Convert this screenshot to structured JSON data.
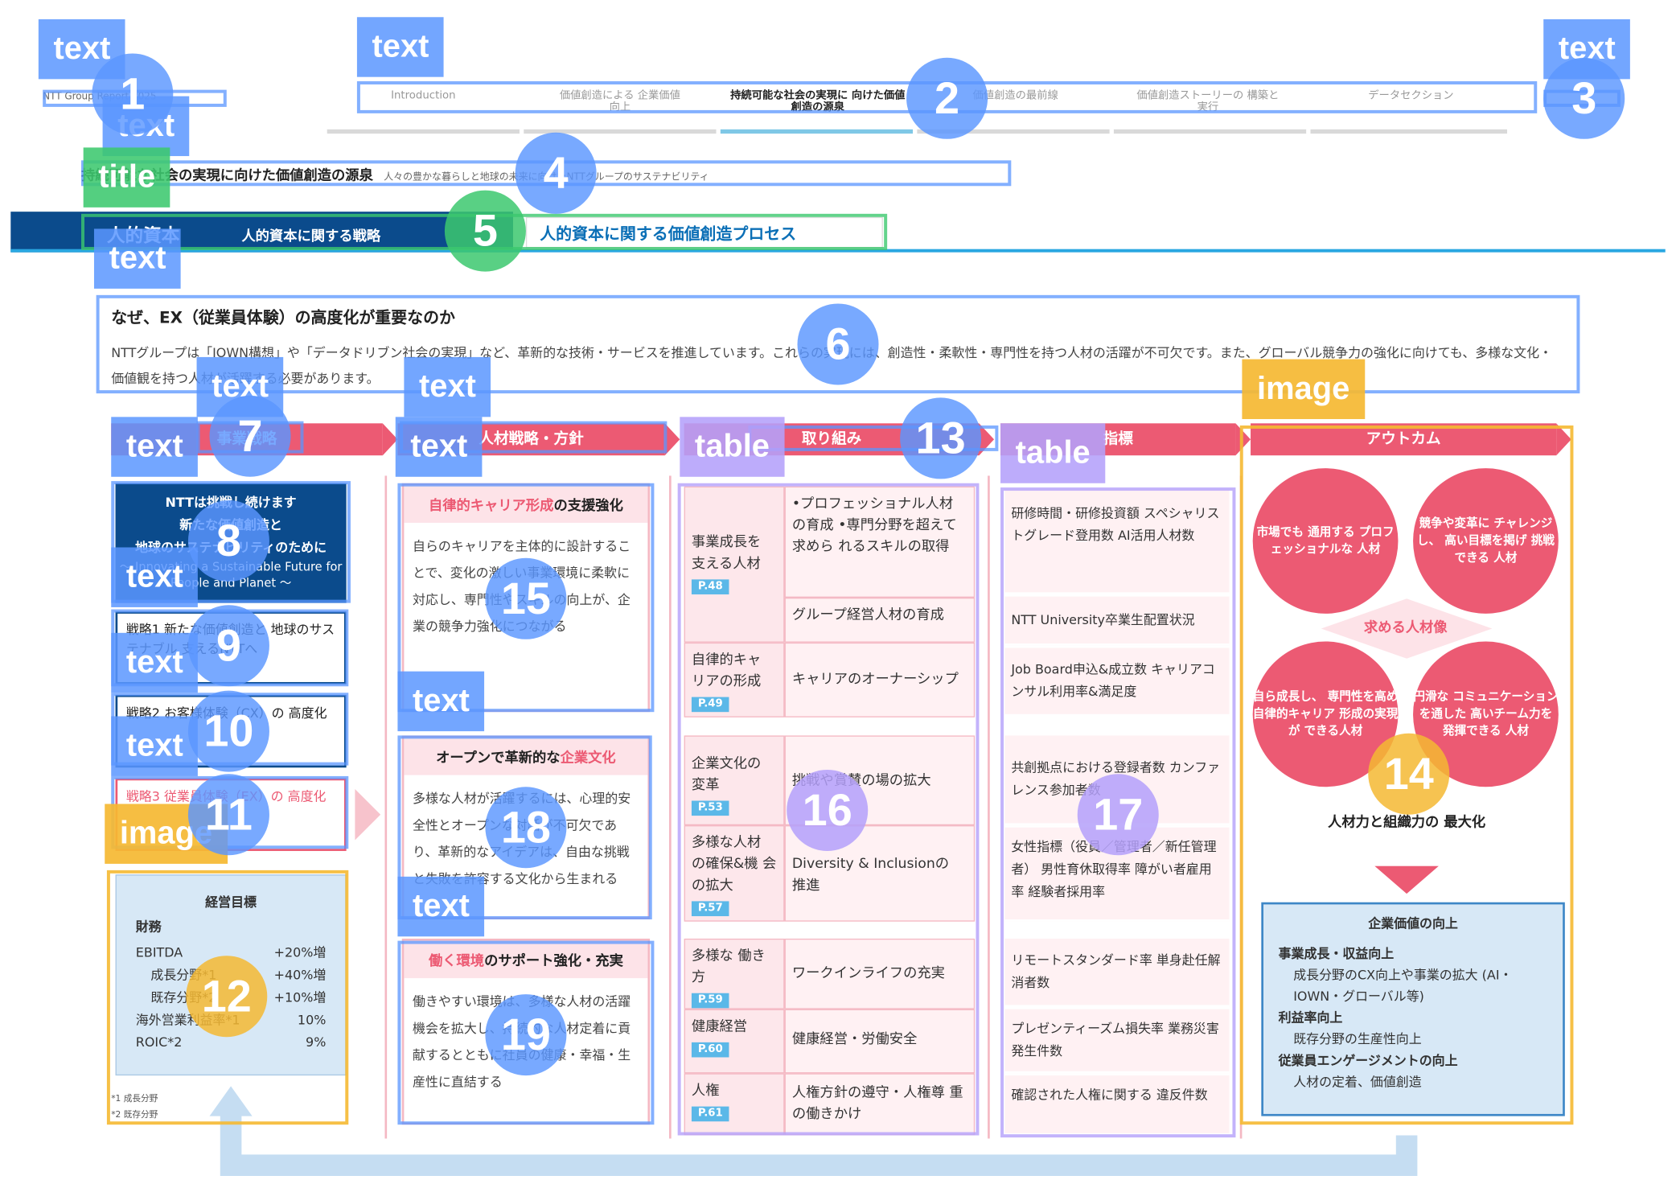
{
  "header": {
    "brand": "NTT Group Report 2025",
    "tabs": [
      {
        "label": "Introduction"
      },
      {
        "label": "価値創造による 企業価値向上"
      },
      {
        "label": "持続可能な社会の実現に 向けた価値創造の源泉"
      },
      {
        "label": "価値創造の最前線"
      },
      {
        "label": "価値創造ストーリーの 構築と実行"
      },
      {
        "label": "データセクション"
      }
    ],
    "breadcrumb": "持続可能な社会の実現に向けた価値創造の源泉",
    "breadcrumb_sub": "人々の豊かな暮らしと地球の未来に向けたNTTグループのサステナビリティ"
  },
  "section": {
    "title": "人的資本",
    "subtitle": "人的資本に関する戦略",
    "tab": "人的資本に関する価値創造プロセス"
  },
  "intro": {
    "title": "なぜ、EX（従業員体験）の高度化が重要なのか",
    "body": "NTTグループは「IOWN構想」や「データドリブン社会の実現」など、革新的な技術・サービスを推進しています。これらの実現には、創造性・柔軟性・専門性を持つ人材の活躍が不可欠です。また、グローバル競争力の強化に向けても、多様な文化・価値観を持つ人材が活躍する必要があります。"
  },
  "columns": {
    "strategy": "事業戦略",
    "policy": "人材戦略・方針",
    "initiatives": "取り組み",
    "kpi": "指標",
    "outcome": "アウトカム"
  },
  "strategy_col": {
    "mission_line1": "NTTは挑戦し続けます",
    "mission_line2": "新たな価値創造と",
    "mission_line3": "地球のサステナビリティのために",
    "mission_en": "〜 Innovating a Sustainable Future for People and Planet 〜",
    "items": [
      {
        "label": "戦略1 新たな価値創造と 地球のサステナブル 支えるNTTへ"
      },
      {
        "label": "戦略2 お客様体験（CX）の 高度化"
      },
      {
        "label": "戦略3 従業員体験（EX）の 高度化"
      }
    ],
    "goals": {
      "title": "経営目標",
      "finance": "財務",
      "rows": [
        {
          "name": "EBITDA",
          "value": "+20%増"
        },
        {
          "name": "成長分野*1",
          "value": "+40%増"
        },
        {
          "name": "既存分野*2",
          "value": "+10%増"
        },
        {
          "name": "海外営業利益率*1",
          "value": "10%"
        },
        {
          "name": "ROIC*2",
          "value": "9%"
        }
      ],
      "note1": "*1 成長分野",
      "note2": "*2 既存分野"
    }
  },
  "policy_col": [
    {
      "head_accent": "自律的キャリア形成",
      "head_rest": "の支援強化",
      "body": "自らのキャリアを主体的に設計することで、変化の激しい事業環境に柔軟に対応し、専門性やスキルの向上が、企業の競争力強化につながる"
    },
    {
      "head_rest_pre": "オープンで革新的な",
      "head_accent": "企業文化",
      "body": "多様な人材が活躍するには、心理的安全性とオープンな対話が不可欠であり、革新的なアイデアは、自由な挑戦と失敗を許容する文化から生まれる"
    },
    {
      "head_accent": "働く環境",
      "head_rest": "のサポート強化・充実",
      "body": "働きやすい環境は、多様な人材の活躍機会を拡大し、持続的な人材定着に貢献するとともに社員の健康・幸福・生産性に直結する"
    }
  ],
  "initiatives": [
    {
      "theme": "事業成長を 支える人材",
      "page": "P.48",
      "actions": [
        "•プロフェッショナル人材 の育成 •専門分野を超えて求めら れるスキルの取得",
        "グループ経営人材の育成"
      ]
    },
    {
      "theme": "自律的キャ リアの形成",
      "page": "P.49",
      "actions": [
        "キャリアのオーナーシップ"
      ]
    },
    {
      "theme": "企業文化の 変革",
      "page": "P.53",
      "actions": [
        "挑戦や賞賛の場の拡大"
      ]
    },
    {
      "theme": "多様な人材 の確保&機 会の拡大",
      "page": "P.57",
      "actions": [
        "Diversity & Inclusionの 推進"
      ]
    },
    {
      "theme": "多様な 働き方",
      "page": "P.59",
      "actions": [
        "ワークインライフの充実"
      ]
    },
    {
      "theme": "健康経営",
      "page": "P.60",
      "actions": [
        "健康経営・労働安全"
      ]
    },
    {
      "theme": "人権",
      "page": "P.61",
      "actions": [
        "人権方針の遵守・人権尊 重の働きかけ"
      ]
    }
  ],
  "kpis": [
    "研修時間・研修投資額 スペシャリストグレード登用数 AI活用人材数",
    "NTT University卒業生配置状況",
    "Job Board申込&成立数 キャリアコンサル利用率&満足度",
    "共創拠点における登録者数 カンファレンス参加者数",
    "女性指標（役員／管理者／新任管理者） 男性育休取得率 障がい者雇用率 経験者採用率",
    "リモートスタンダード率 単身赴任解消者数",
    "プレゼンティーズム損失率 業務災害発生件数",
    "確認された人権に関する 違反件数"
  ],
  "outcome": {
    "circles": [
      "市場でも 通用する プロフェッショナルな 人材",
      "競争や変革に チャレンジし、 高い目標を掲げ 挑戦できる 人材",
      "自ら成長し、 専門性を高め 自律的キャリア 形成の実現が できる人材",
      "円滑な コミュニケーション を通した 高いチーム力を 発揮できる 人材"
    ],
    "center_label": "求める人材像",
    "result": "人材力と組織力の 最大化",
    "value_title": "企業価値の向上",
    "value_items": [
      {
        "head": "事業成長・収益向上",
        "body": "成長分野のCX向上や事業の拡大 (AI・IOWN・グローバル等)"
      },
      {
        "head": "利益率向上",
        "body": "既存分野の生産性向上"
      },
      {
        "head": "従業員エンゲージメントの向上",
        "body": "人材の定着、価値創造"
      }
    ]
  },
  "annotations": {
    "text": "text",
    "title": "title",
    "image": "image",
    "table": "table",
    "numbers": [
      "1",
      "2",
      "3",
      "4",
      "5",
      "6",
      "7",
      "8",
      "9",
      "10",
      "11",
      "12",
      "13",
      "14",
      "15",
      "16",
      "17",
      "18",
      "19"
    ]
  },
  "colors": {
    "navy": "#0b4b8c",
    "pink": "#ec5a73",
    "light_blue": "#d7e8f6",
    "ann_blue": "#5a96ff",
    "ann_green": "#3cc86e",
    "ann_orange": "#f5b932",
    "ann_purple": "#b4a0fa"
  }
}
